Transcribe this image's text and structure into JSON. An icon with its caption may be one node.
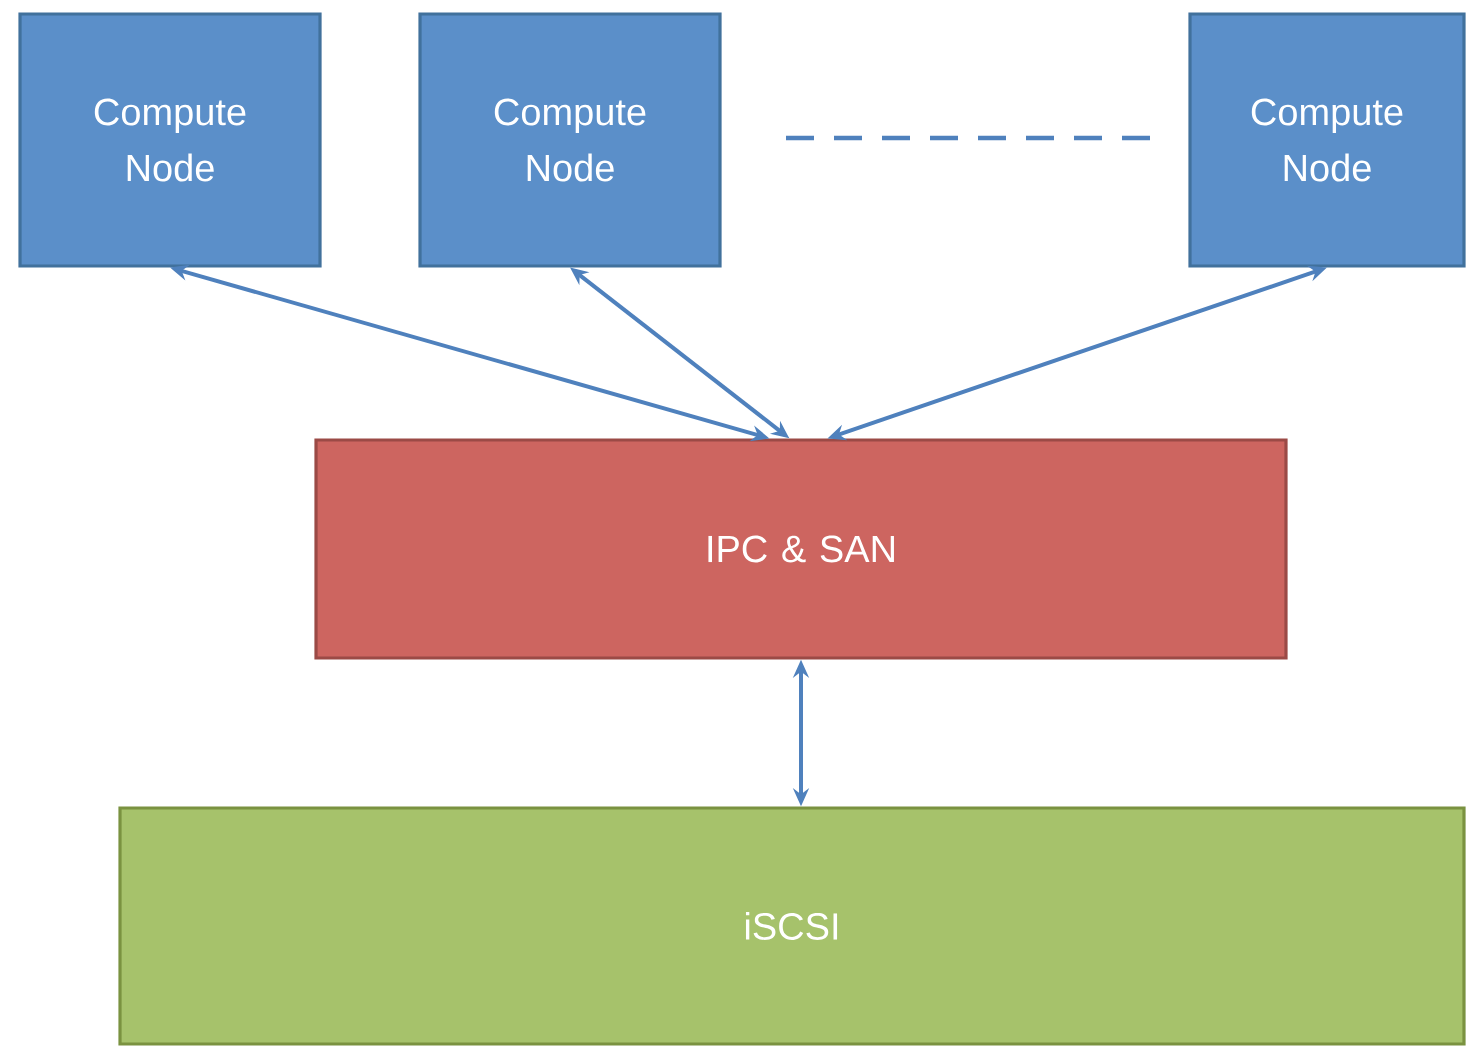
{
  "diagram": {
    "nodes": [
      {
        "text": [
          "Compute Node"
        ]
      },
      {
        "text": [
          "Compute Node"
        ]
      },
      {
        "text": [
          "Compute Node"
        ]
      },
      {
        "text": [
          "IPC & SAN"
        ]
      },
      {
        "text": [
          "iSCSI"
        ]
      }
    ],
    "edges": [
      {
        "from": 0,
        "to": 3,
        "arrow": "both"
      },
      {
        "from": 1,
        "to": 3,
        "arrow": "both"
      },
      {
        "from": 2,
        "to": 3,
        "arrow": "both"
      },
      {
        "from": 3,
        "to": 4,
        "arrow": "both"
      }
    ]
  }
}
